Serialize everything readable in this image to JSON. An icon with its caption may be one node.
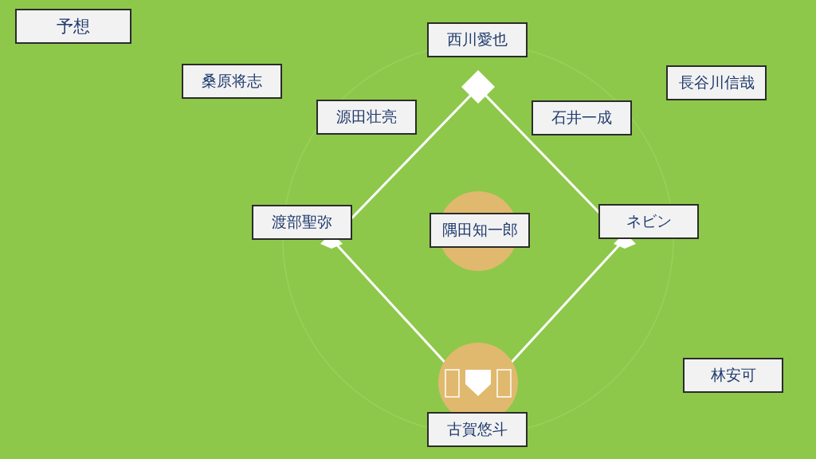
{
  "diagram": {
    "nodes": [
      {
        "text": [
          "予想"
        ]
      },
      {
        "text": [
          "西川愛也"
        ]
      },
      {
        "text": [
          "桑原将志"
        ]
      },
      {
        "text": [
          "長谷川信哉"
        ]
      },
      {
        "text": [
          "源田壮亮"
        ]
      },
      {
        "text": [
          "石井一成"
        ]
      },
      {
        "text": [
          "渡部聖弥"
        ]
      },
      {
        "text": [
          "隅田知一郎"
        ]
      },
      {
        "text": [
          "ネビン"
        ]
      },
      {
        "text": [
          "林安可"
        ]
      },
      {
        "text": [
          "古賀悠斗"
        ]
      }
    ]
  }
}
